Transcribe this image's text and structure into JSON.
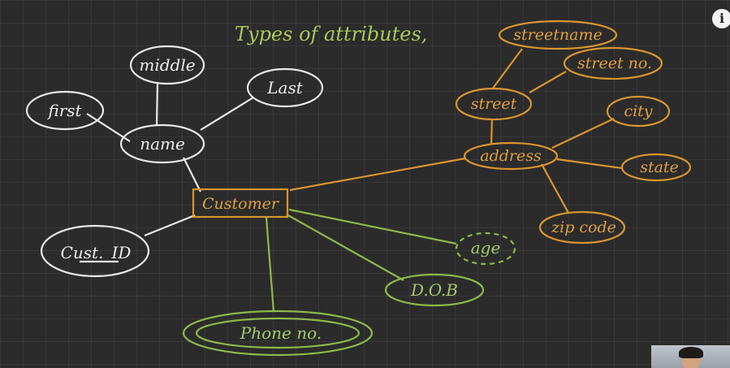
{
  "title": "Types of attributes,",
  "entity": {
    "label": "Customer"
  },
  "attributes": {
    "name": "name",
    "first": "first",
    "middle": "middle",
    "last": "Last",
    "cust_id": "Cust._ID",
    "address": "address",
    "street": "street",
    "streetname": "streetname",
    "street_no": "street no.",
    "city": "city",
    "state": "state",
    "zip_code": "zip code",
    "age": "age",
    "dob": "D.O.B",
    "phone_no": "Phone no."
  },
  "colors": {
    "background": "#2b2b2b",
    "simple_attribute": "#e9e9e9",
    "composite_attribute": "#d9952e",
    "derived_multivalued_attribute": "#8fb84a"
  },
  "controls": {
    "info_icon": "i"
  },
  "icons": {
    "info": "info-icon",
    "webcam": "webcam-overlay"
  }
}
